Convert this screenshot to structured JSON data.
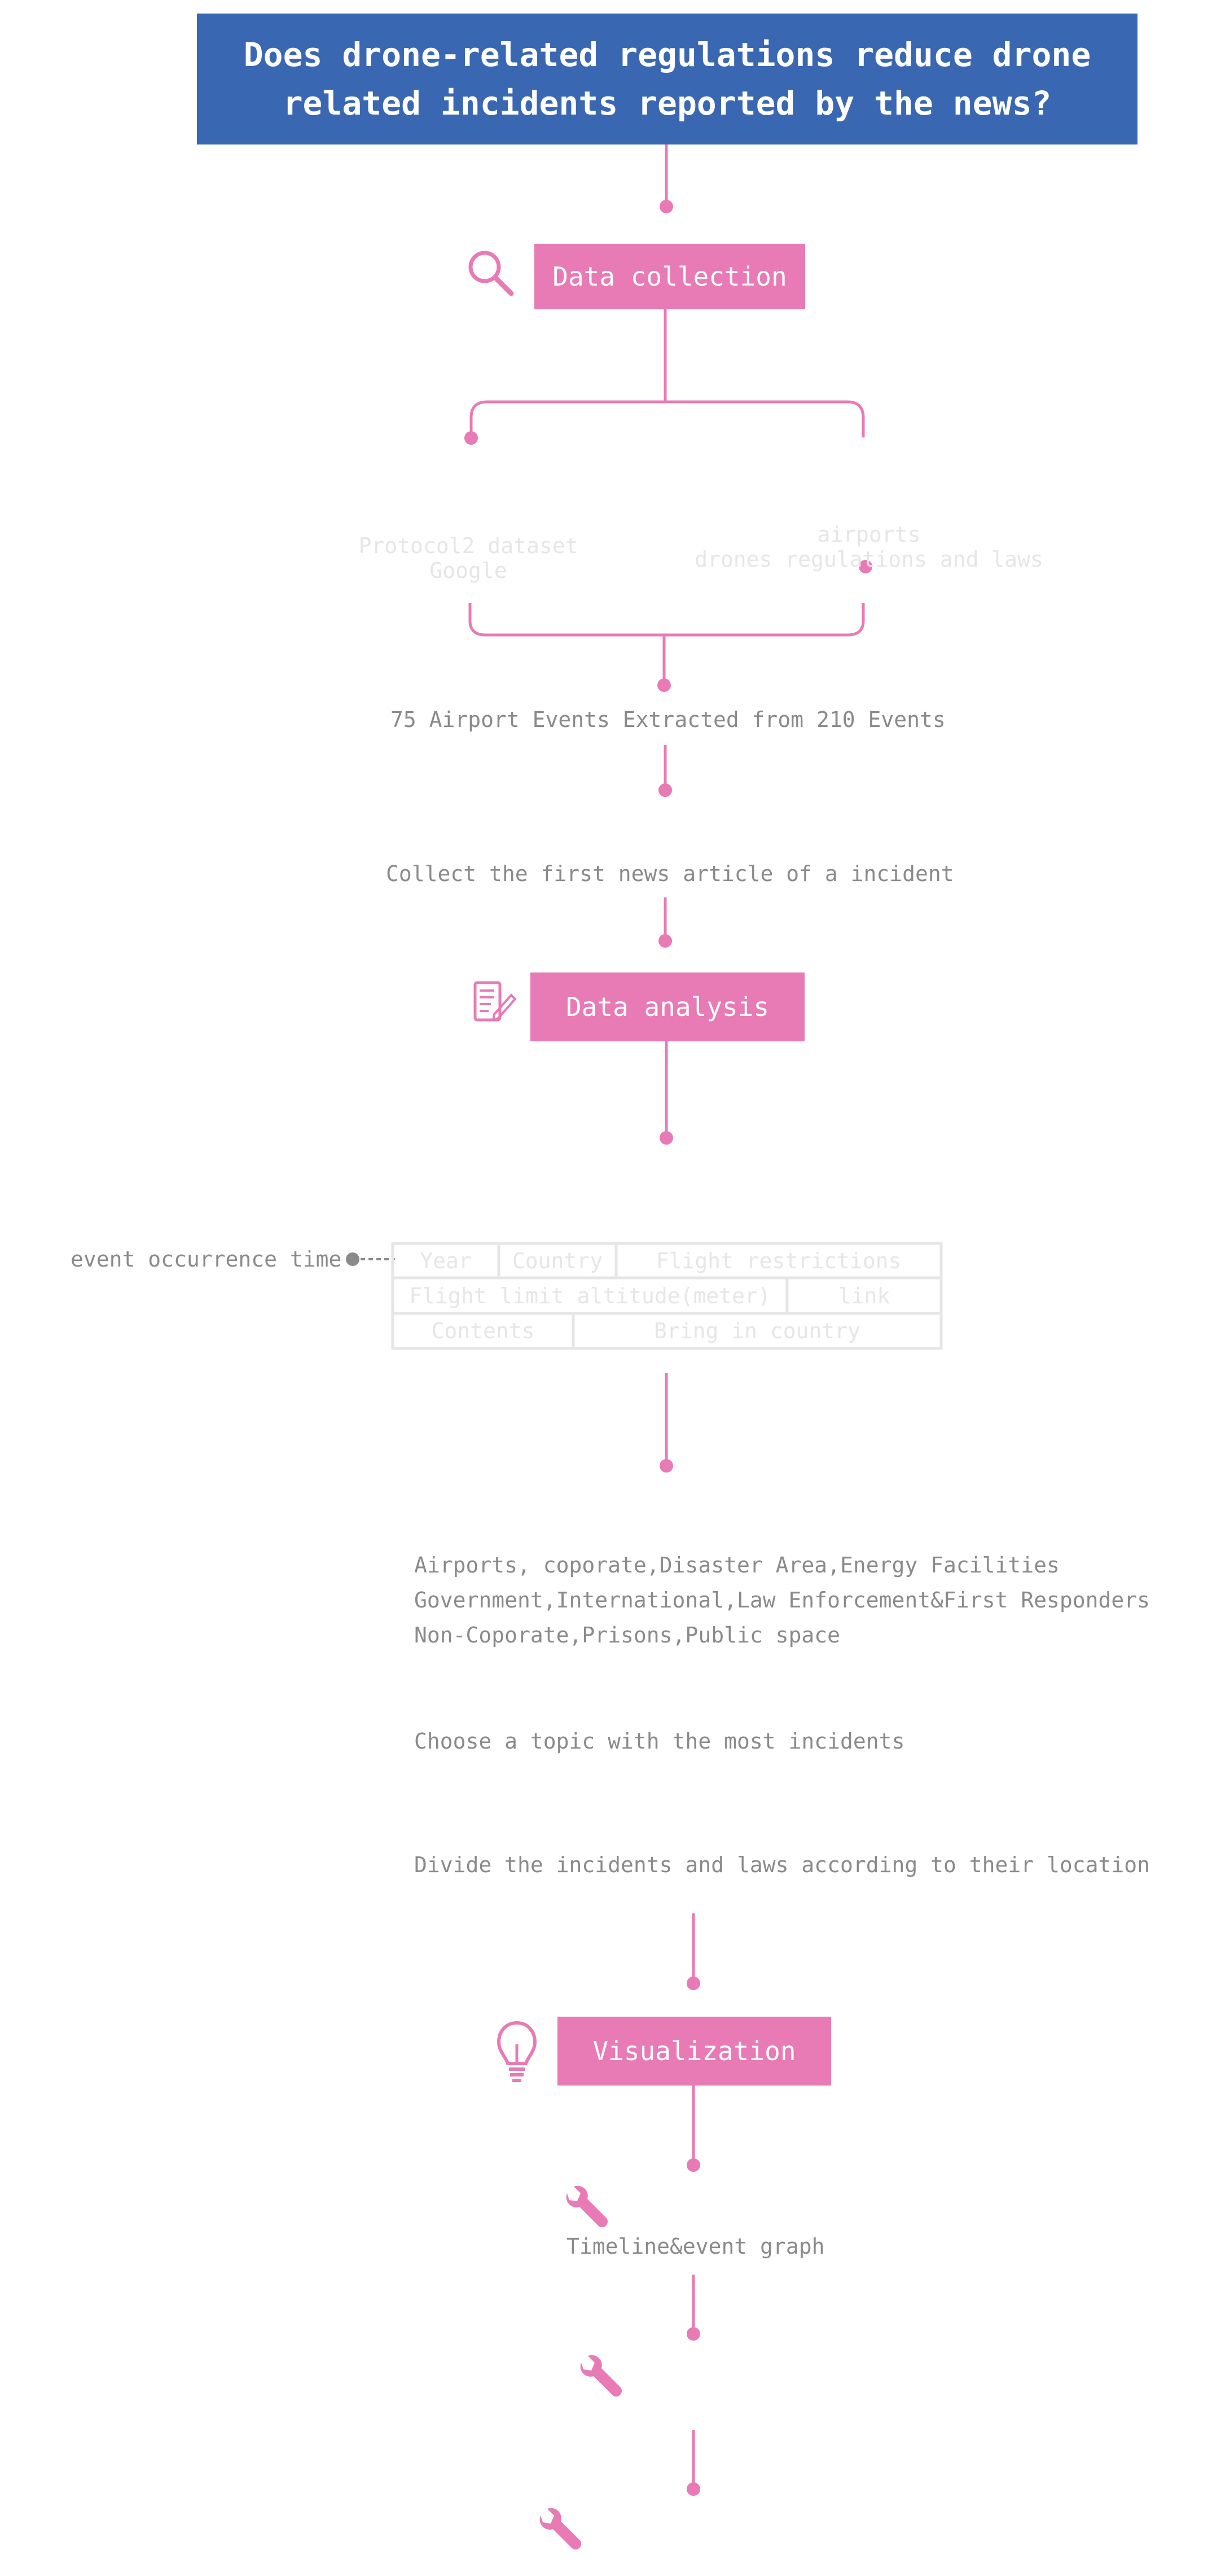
{
  "title": "Does drone-related regulations reduce drone\nrelated incidents reported by the news?",
  "stages": {
    "collection": "Data collection",
    "analysis": "Data analysis",
    "visualization": "Visualization"
  },
  "sources": {
    "left": "Protocol2 dataset\nGoogle",
    "right": "airports\ndrones regulations and laws"
  },
  "steps": {
    "extracted": "75 Airport Events Extracted from 210 Events",
    "first_article": "Collect the first news article of a incident"
  },
  "table": {
    "side_label": "event occurrence time",
    "row1": [
      "Year",
      "Country",
      "Flight restrictions"
    ],
    "row2": [
      "Flight limit altitude(meter)",
      "link"
    ],
    "row3": [
      "Contents",
      "Bring in country"
    ]
  },
  "categories": [
    "Airports, coporate,Disaster Area,Energy Facilities",
    "Government,International,Law Enforcement&First Responders",
    "Non-Coporate,Prisons,Public space"
  ],
  "analysis_steps": {
    "choose": "Choose a topic with the most incidents",
    "divide": "Divide the incidents and laws according to their location"
  },
  "visualization_steps": {
    "timeline": "Timeline&event graph"
  },
  "icons": {
    "collection": "search-icon",
    "analysis": "document-pen-icon",
    "visualization": "lightbulb-icon",
    "tool": "wrench-icon"
  },
  "colors": {
    "title_bg": "#3a67b1",
    "accent": "#e87ab5",
    "text": "#8a8a8a",
    "faint": "#e6e6e6"
  }
}
